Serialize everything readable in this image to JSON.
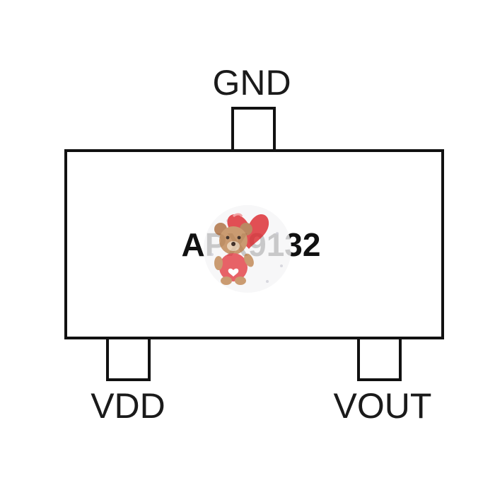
{
  "diagram": {
    "part_label": "APX9132",
    "pins": {
      "top": "GND",
      "bottom_left": "VDD",
      "bottom_right": "VOUT"
    }
  },
  "watermark": {
    "description_icon": "teddy-bear-heart-icon"
  },
  "colors": {
    "stroke": "#111111",
    "heart": "#e0464b",
    "bear_fur": "#c8966a",
    "shirt": "#e65a5f"
  }
}
